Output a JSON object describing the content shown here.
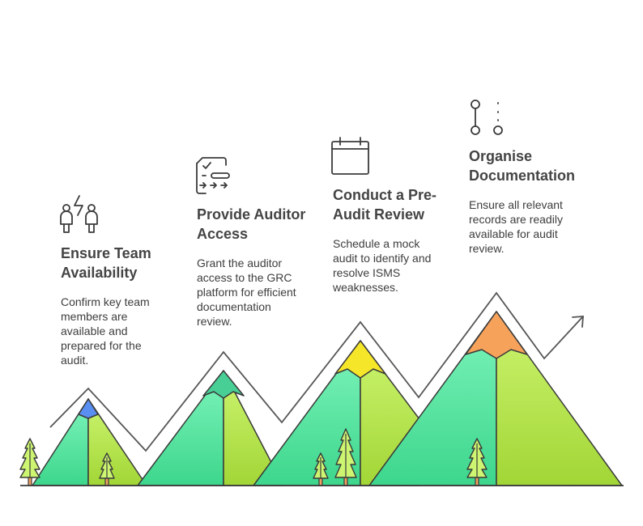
{
  "steps": [
    {
      "title_line1": "Ensure Team",
      "title_line2": "Availability",
      "desc": [
        "Confirm key team",
        "members are",
        "available and",
        "prepared for the",
        "audit."
      ],
      "icon": "team-availability-icon",
      "peak_color": "#5a8ff2"
    },
    {
      "title_line1": "Provide Auditor",
      "title_line2": "Access",
      "desc": [
        "Grant the auditor",
        "access to the GRC",
        "platform for efficient",
        "documentation",
        "review."
      ],
      "icon": "document-check-icon",
      "peak_color": "#48cf95"
    },
    {
      "title_line1": "Conduct a Pre-",
      "title_line2": "Audit Review",
      "desc": [
        "Schedule a mock",
        "audit to identify and",
        "resolve ISMS",
        "weaknesses."
      ],
      "icon": "calendar-icon",
      "peak_color": "#f6e62a"
    },
    {
      "title_line1": "Organise",
      "title_line2": "Documentation",
      "desc": [
        "Ensure all relevant",
        "records are readily",
        "available for audit",
        "review."
      ],
      "icon": "workflow-nodes-icon",
      "peak_color": "#f6a25a"
    }
  ],
  "colors": {
    "mountain_left_top": "#7ff5bd",
    "mountain_left_bottom": "#3dd68c",
    "mountain_right_top": "#cdf571",
    "mountain_right_bottom": "#a2d636",
    "outline": "#3a3a3a",
    "trail": "#555555"
  }
}
